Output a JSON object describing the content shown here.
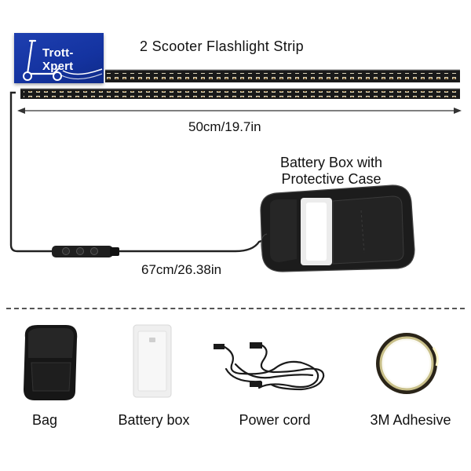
{
  "logo": {
    "brand": "Trott-Xpert"
  },
  "strip": {
    "title": "2 Scooter Flashlight Strip",
    "length": "50cm/19.7in"
  },
  "battery": {
    "title_line1": "Battery Box with",
    "title_line2": "Protective Case"
  },
  "cable": {
    "length": "67cm/26.38in"
  },
  "items": [
    {
      "label": "Bag"
    },
    {
      "label": "Battery box"
    },
    {
      "label": "Power cord"
    },
    {
      "label": "3M Adhesive"
    }
  ],
  "colors": {
    "logo_bg": "#1e3fb0",
    "strip": "#1a1a1a",
    "led": "#d8d2b8"
  }
}
